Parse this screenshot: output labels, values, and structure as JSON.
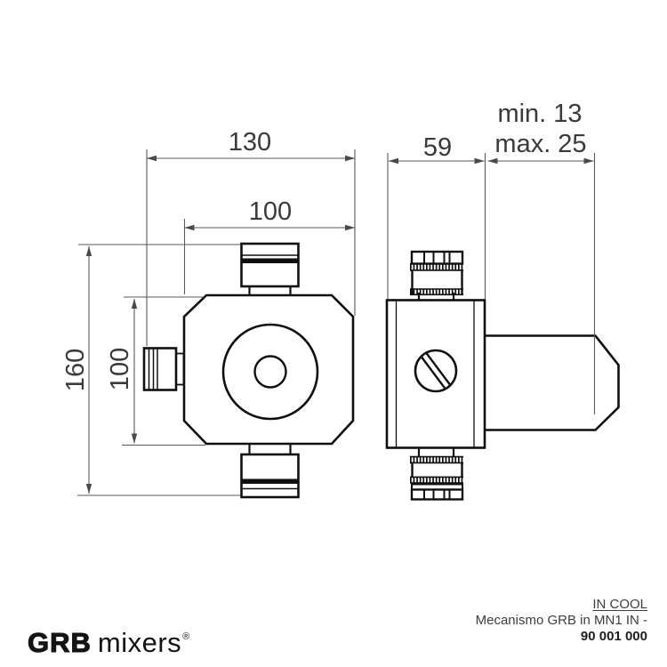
{
  "dims": {
    "front_overall_width": "130",
    "front_body_width": "100",
    "front_overall_height": "160",
    "front_body_height": "100",
    "side_depth": "59",
    "install_min": "min. 13",
    "install_max": "max. 25"
  },
  "footer": {
    "brand_bold": "GRB",
    "brand_regular": "mixers",
    "registered_mark": "®",
    "series_label": "IN COOL",
    "product_name": "Mecanismo GRB in MN1 IN -",
    "product_code": "90 001 000"
  },
  "colors": {
    "line_bold": "#0f0f0f",
    "line_dim": "#5a5a5a",
    "text_dim": "#3a3a3a",
    "text_footer": "#3d3d3d"
  }
}
